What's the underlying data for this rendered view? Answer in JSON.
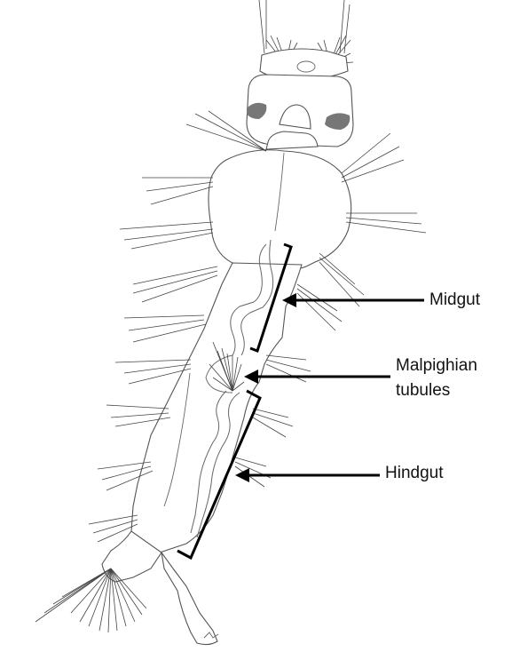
{
  "labels": {
    "midgut": "Midgut",
    "malpighian_line1": "Malpighian",
    "malpighian_line2": "tubules",
    "hindgut": "Hindgut"
  },
  "colors": {
    "outline": "#555555",
    "pointer": "#000000",
    "eye_spot": "#777777"
  }
}
